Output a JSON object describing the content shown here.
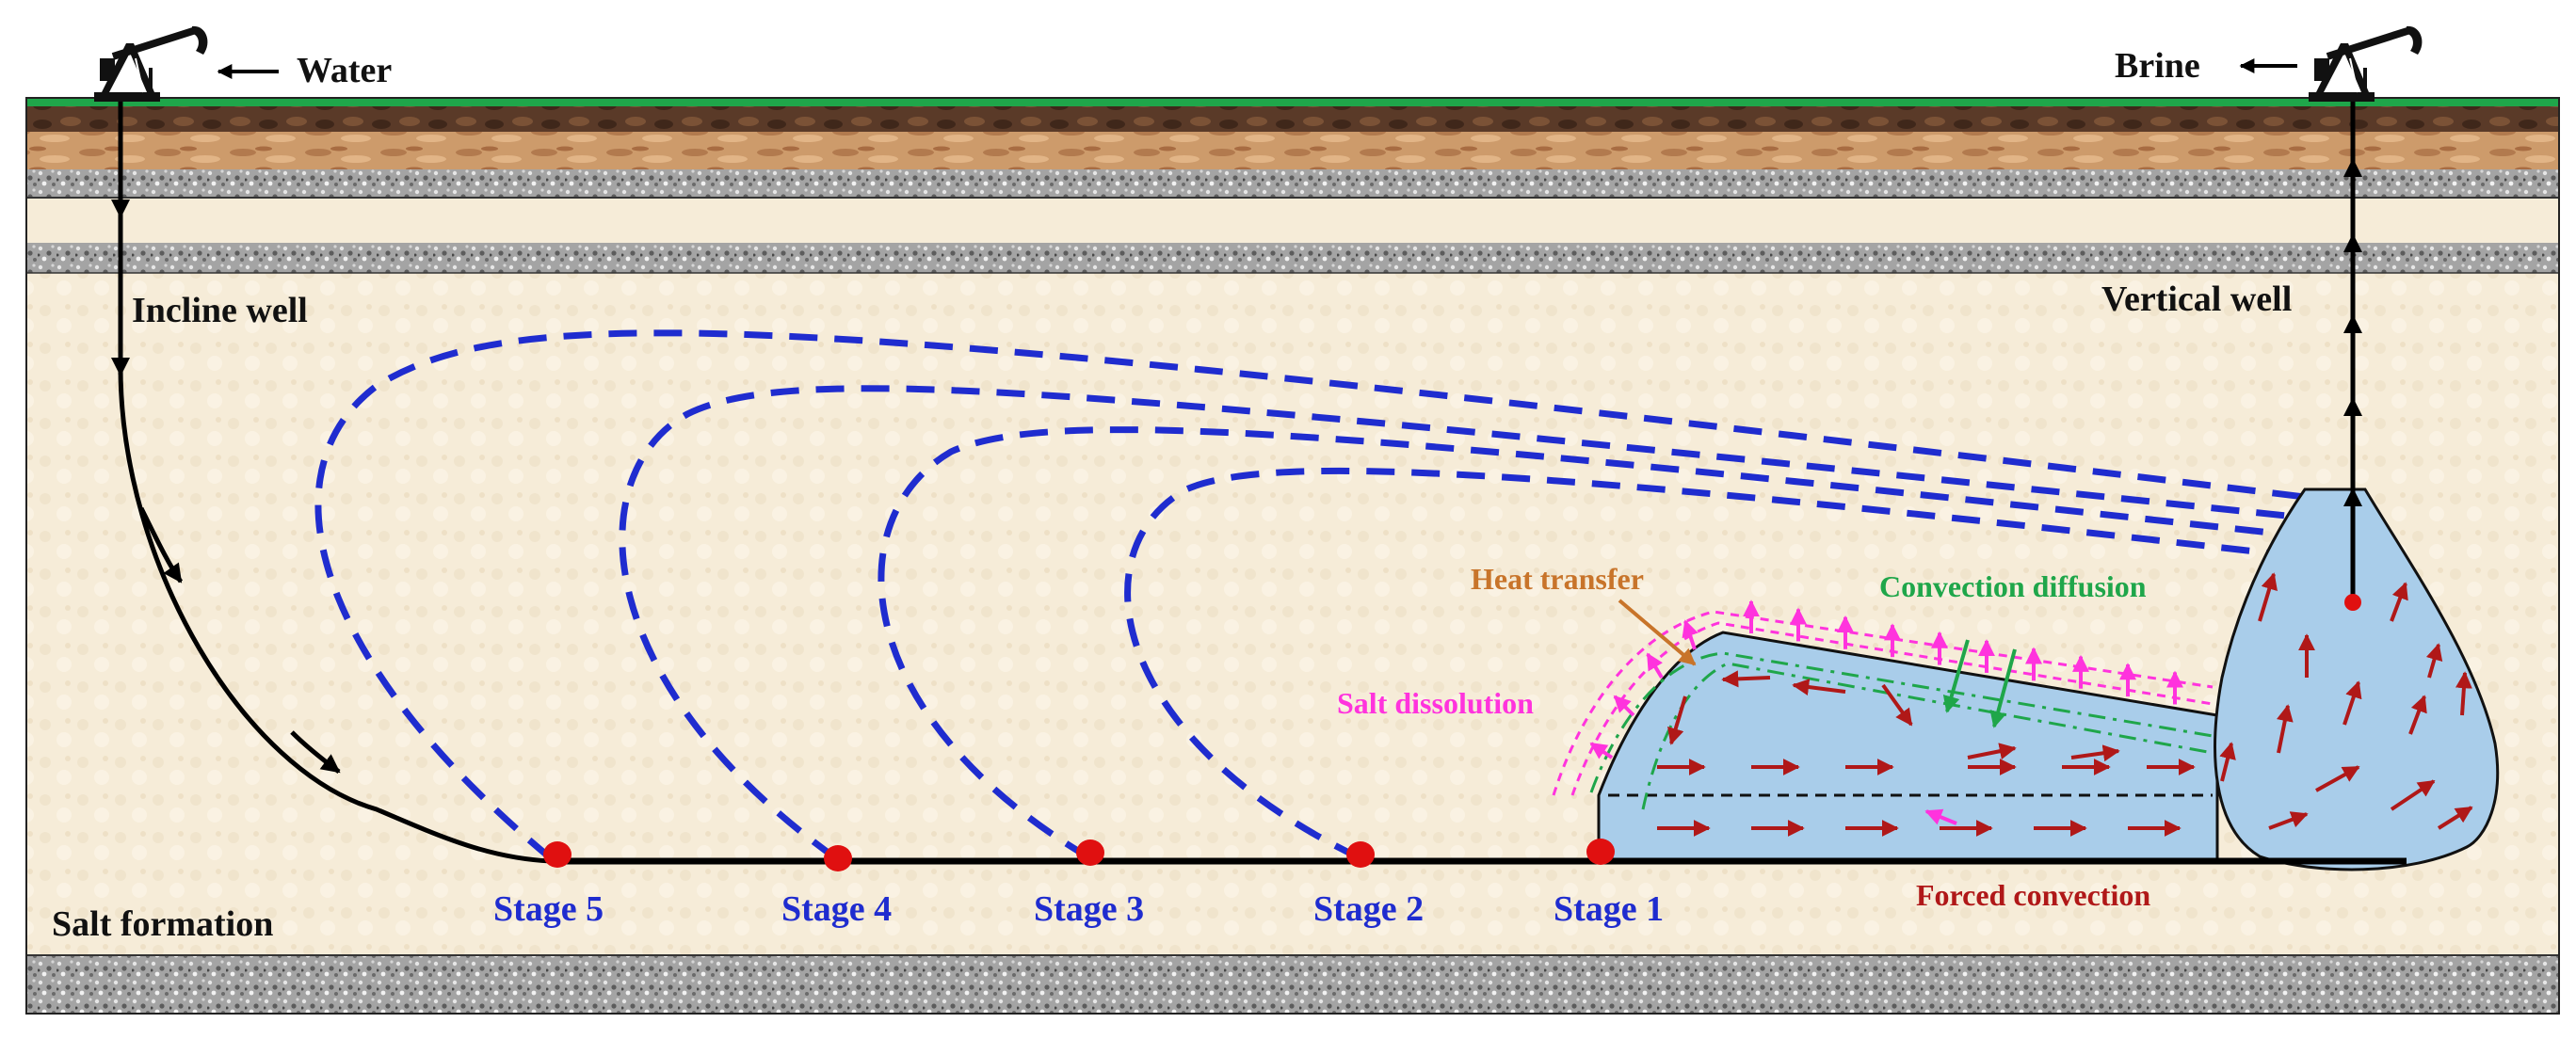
{
  "labels": {
    "water": "Water",
    "brine": "Brine",
    "incline_well": "Incline well",
    "vertical_well": "Vertical well",
    "salt_formation": "Salt formation",
    "heat_transfer": "Heat transfer",
    "convection_diffusion": "Convection diffusion",
    "salt_dissolution": "Salt dissolution",
    "forced_convection": "Forced convection"
  },
  "stages": [
    "Stage 5",
    "Stage 4",
    "Stage 3",
    "Stage 2",
    "Stage 1"
  ],
  "colors": {
    "ground_surface": "#1fa64a",
    "soil_dark": "#5b3a26",
    "soil_light": "#c99a6c",
    "gravel": "#a9a9a9",
    "salt_rock": "#f6ecd8",
    "cavity": "#a9cdea",
    "dashed_path": "#1f2ccf",
    "well_line": "#000000",
    "flow_arrow": "#b01818",
    "salt_dissolution": "#ff33dd",
    "convection_diffusion": "#1fa64a",
    "heat_transfer": "#c8742a",
    "forced_convection": "#b01818",
    "stage_label": "#1f2ccf",
    "stage_point": "#e01010"
  }
}
